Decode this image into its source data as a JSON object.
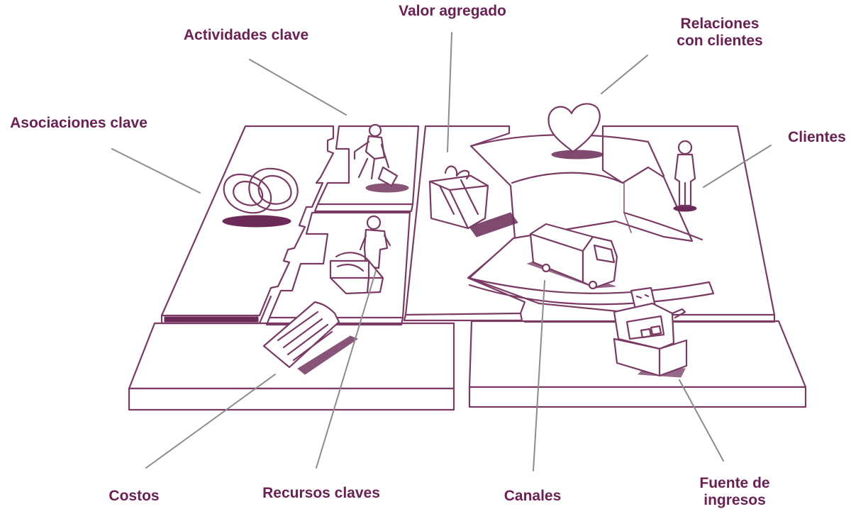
{
  "labels": {
    "key_partners": "Asociaciones clave",
    "key_activities": "Actividades clave",
    "value_proposition": "Valor agregado",
    "customer_relationships_line1": "Relaciones",
    "customer_relationships_line2": "con clientes",
    "customer_segments": "Clientes",
    "cost_structure": "Costos",
    "key_resources": "Recursos claves",
    "channels": "Canales",
    "revenue_streams_line1": "Fuente de",
    "revenue_streams_line2": "ingresos"
  },
  "colors": {
    "label_text": "#6b1f52",
    "sketch_line": "#7a3a63",
    "leader_line": "#8c8c8c",
    "background": "#ffffff"
  },
  "icons": [
    "rings-icon",
    "worker-icon",
    "inspector-icon",
    "gift-box-icon",
    "heart-icon",
    "person-icon",
    "delivery-truck-icon",
    "cash-register-icon",
    "document-icon"
  ]
}
